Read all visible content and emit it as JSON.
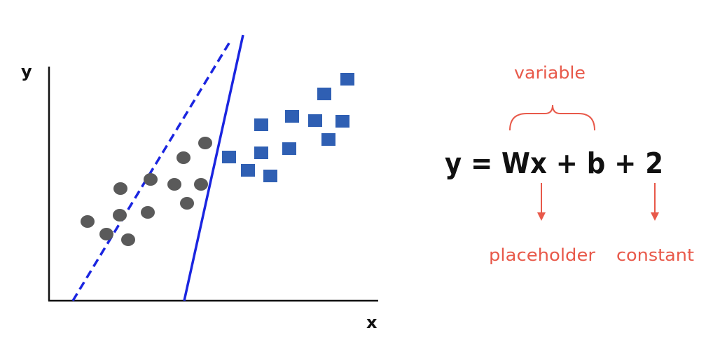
{
  "axes": {
    "x_label": "x",
    "y_label": "y"
  },
  "equation": {
    "text": "y = Wx + b + 2"
  },
  "annotations": {
    "variable": "variable",
    "placeholder": "placeholder",
    "constant": "constant"
  },
  "colors": {
    "axis": "#111111",
    "class_a": "#5a5a5a",
    "class_b": "#2f5fb3",
    "line": "#1a25e0",
    "annotation": "#e8594a",
    "equation": "#111111"
  },
  "legend": "none",
  "shapes": {
    "class_a": "ellipse",
    "class_b": "square"
  }
}
